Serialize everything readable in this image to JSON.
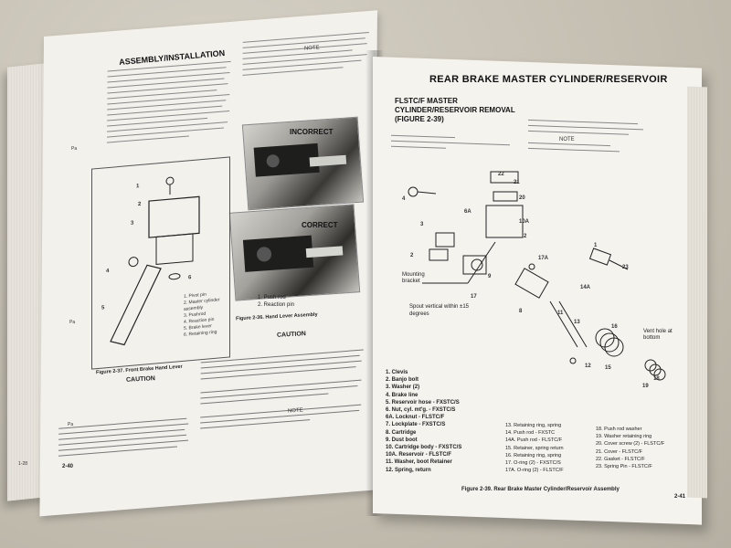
{
  "left_page": {
    "heading": "ASSEMBLY/INSTALLATION",
    "note_label": "NOTE",
    "incorrect_label": "INCORRECT",
    "correct_label": "CORRECT",
    "photo_legend": [
      "1. Push rod",
      "2. Reaction pin"
    ],
    "fig_236_caption": "Figure 2-36. Hand Lever Assembly",
    "fig_237_caption": "Figure 2-37. Front Brake Hand Lever",
    "fig_237_legend": [
      "1. Pivot pin",
      "2. Master cylinder assembly",
      "3. Pushrod",
      "4. Reaction pin",
      "5. Brake lever",
      "6. Retaining ring"
    ],
    "caution_label": "CAUTION",
    "caution_label_2": "CAUTION",
    "note_label_2": "NOTE",
    "page_number": "2-40",
    "margin_labels": [
      "Pa",
      "Pa",
      "Pa",
      "1-28"
    ]
  },
  "right_page": {
    "heading": "REAR BRAKE MASTER CYLINDER/RESERVOIR",
    "subheading": "FLSTC/F MASTER CYLINDER/RESERVOIR REMOVAL (FIGURE 2-39)",
    "note_label": "NOTE",
    "mounting_bracket": "Mounting bracket",
    "spout_text": "Spout vertical within ±15 degrees",
    "vent_text": "Vent hole at bottom",
    "parts_col1": [
      "1. Clevis",
      "2. Banjo bolt",
      "3. Washer (2)",
      "4. Brake line",
      "5. Reservoir hose - FXSTC/S",
      "6. Nut, cyl. mt'g. - FXSTC/S",
      "6A. Locknut - FLSTC/F",
      "7. Lockplate - FXSTC/S",
      "8. Cartridge",
      "9. Dust boot",
      "10. Cartridge body - FXSTC/S",
      "10A. Reservoir - FLSTC/F",
      "11. Washer, boot Retainer",
      "12. Spring, return"
    ],
    "parts_col2": [
      "13. Retaining ring, spring",
      "14. Push rod - FXSTC",
      "14A. Push rod - FLSTC/F",
      "15. Retainer, spring return",
      "16. Retaining ring, spring",
      "17. O-ring (2) - FXSTC/S",
      "17A. O-ring (2) - FLSTC/F"
    ],
    "parts_col3": [
      "18. Push rod washer",
      "19. Washer retaining ring",
      "20. Cover screw (2) - FLSTC/F",
      "21. Cover - FLSTC/F",
      "22. Gasket - FLSTC/F",
      "23. Spring Pin - FLSTC/F"
    ],
    "fig_caption": "Figure 2-39. Rear Brake Master Cylinder/Reservoir Assembly",
    "page_number": "2-41"
  }
}
